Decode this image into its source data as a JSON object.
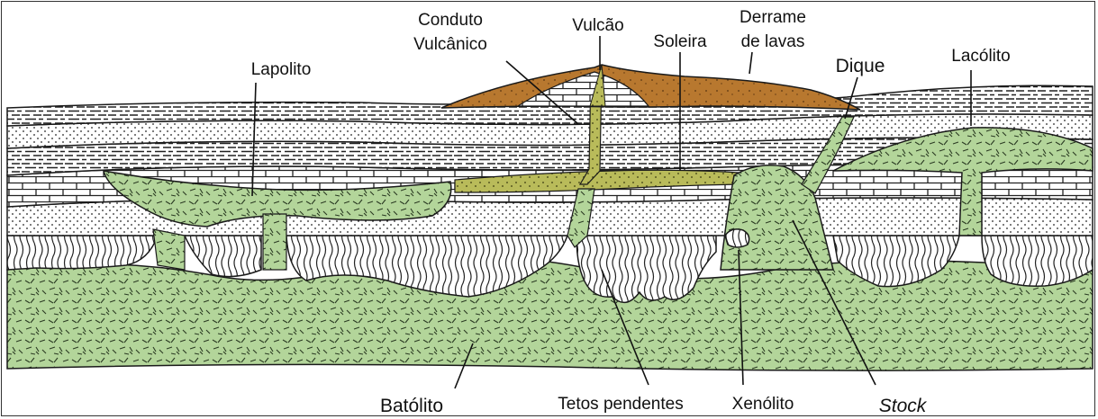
{
  "labels": {
    "lapolito": "Lapolito",
    "conduto_l1": "Conduto",
    "conduto_l2": "Vulcânico",
    "vulcao": "Vulcão",
    "soleira": "Soleira",
    "derrame_l1": "Derrame",
    "derrame_l2": "de lavas",
    "dique": "Dique",
    "lacolito": "Lacólito",
    "batolito": "Batólito",
    "tetos": "Tetos pendentes",
    "xenolito": "Xenólito",
    "stock": "Stock"
  },
  "colors": {
    "igneous": "#b3d59a",
    "lava": "#b8782f",
    "sill": "#b9bb5a",
    "outline": "#1a1a1a"
  }
}
